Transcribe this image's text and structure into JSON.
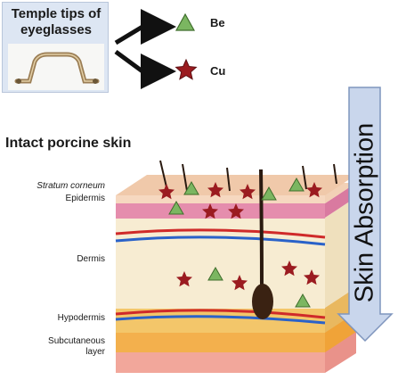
{
  "panel": {
    "title": "Temple tips of\neyeglasses"
  },
  "metals": {
    "be": "Be",
    "cu": "Cu"
  },
  "heading": "Intact porcine skin",
  "layers": {
    "stratum": "Stratum corneum",
    "epidermis": "Epidermis",
    "dermis": "Dermis",
    "hypodermis": "Hypodermis",
    "subcutaneous": "Subcutaneous\nlayer"
  },
  "arrow_label": "Skin Absorption",
  "colors": {
    "be_marker": "#7bb661",
    "cu_marker": "#9b1b20",
    "arrow_fill": "#c9d6ec",
    "panel_bg": "#dde6f3"
  }
}
